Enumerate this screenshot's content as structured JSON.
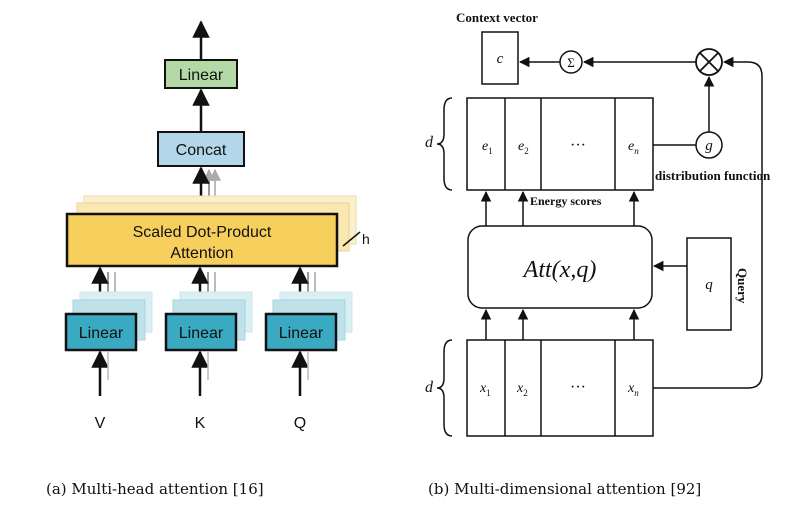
{
  "colors": {
    "linear_top": "#b3d9a6",
    "concat": "#b4d6ea",
    "attention": "#f7cf5d",
    "attention_shadow": "#fbe7b0",
    "linear_input": "#3aa9c2",
    "linear_input_shadow": "#bfe2ea"
  },
  "left": {
    "linear_top": "Linear",
    "concat": "Concat",
    "attention_line1": "Scaled Dot-Product",
    "attention_line2": "Attention",
    "heads": "h",
    "linear_v": "Linear",
    "linear_k": "Linear",
    "linear_q": "Linear",
    "input_v": "V",
    "input_k": "K",
    "input_q": "Q"
  },
  "right": {
    "context_vector": "Context vector",
    "c": "c",
    "sum_symbol": "Σ",
    "multiply_symbol": "⊗",
    "dim_top": "d",
    "e1": "e",
    "e1_sub": "1",
    "e2": "e",
    "e2_sub": "2",
    "e_dots": "···",
    "en": "e",
    "en_sub": "n",
    "g": "g",
    "distribution_function": "distribution function",
    "energy_scores": "Energy scores",
    "att_label": "Att(x,q)",
    "q": "q",
    "query": "Query",
    "dim_bottom": "d",
    "x1": "x",
    "x1_sub": "1",
    "x2": "x",
    "x2_sub": "2",
    "x_dots": "···",
    "xn": "x",
    "xn_sub": "n"
  },
  "captions": {
    "left": "(a) Multi-head attention [16]",
    "right": "(b) Multi-dimensional attention [92]"
  }
}
